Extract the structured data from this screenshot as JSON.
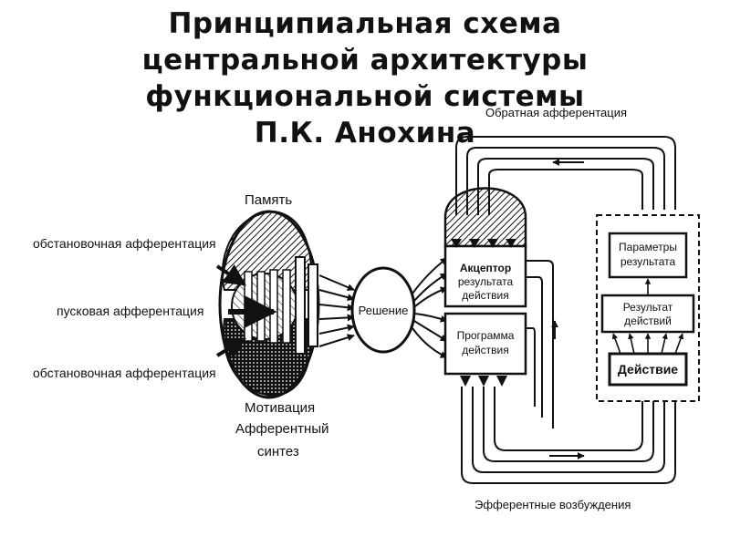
{
  "title": {
    "line1": "Принципиальная схема",
    "line2": "центральной архитектуры",
    "line3": "функциональной системы",
    "line4": "П.К. Анохина"
  },
  "labels": {
    "memory": "Память",
    "env_aff_top": "обстановочная афферентация",
    "trigger_aff": "пусковая афферентация",
    "env_aff_bottom": "обстановочная афферентация",
    "motivation": "Мотивация",
    "afferent": "Афферентный",
    "synthesis": "синтез",
    "decision": "Решение",
    "acceptor_1": "Акцептор",
    "acceptor_2": "результата",
    "acceptor_3": "действия",
    "program_1": "Программа",
    "program_2": "действия",
    "feedback": "Обратная афферентация",
    "efferent": "Эфферентные возбуждения",
    "params_1": "Параметры",
    "params_2": "результата",
    "result_1": "Результат",
    "result_2": "действий",
    "action": "Действие"
  },
  "colors": {
    "ink": "#111111",
    "background": "#ffffff"
  }
}
